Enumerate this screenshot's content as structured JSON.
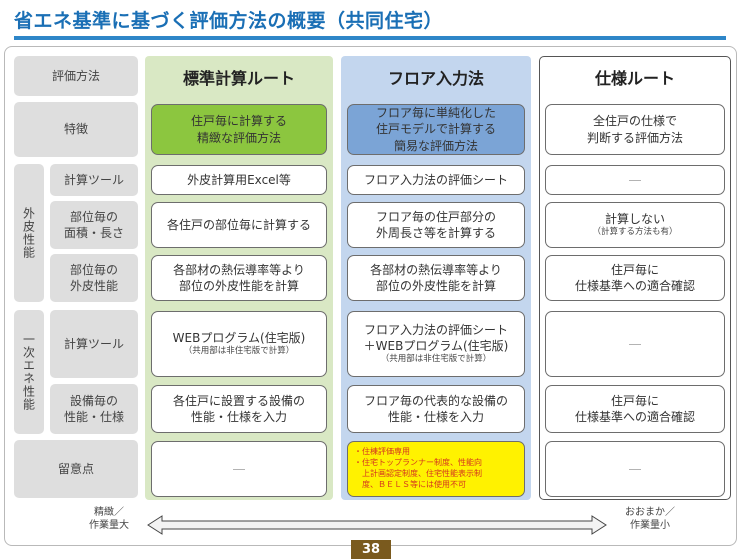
{
  "title": "省エネ基準に基づく評価方法の概要（共同住宅）",
  "labels": {
    "method": "評価方法",
    "feature": "特徴",
    "envelope_group": "外皮性能",
    "calc_tool": "計算ツール",
    "area_length": "部位毎の\n面積・長さ",
    "part_performance": "部位毎の\n外皮性能",
    "energy_group": "一次エネ性能",
    "calc_tool2": "計算ツール",
    "equipment": "設備毎の\n性能・仕様",
    "notes": "留意点"
  },
  "columns": {
    "standard": {
      "header": "標準計算ルート",
      "feature": "住戸毎に計算する\n精緻な評価方法",
      "calc_tool": "外皮計算用Excel等",
      "area_length": "各住戸の部位毎に計算する",
      "part_performance": "各部材の熱伝導率等より\n部位の外皮性能を計算",
      "calc_tool2": "WEBプログラム(住宅版)",
      "calc_tool2_sub": "（共用部は非住宅版で計算）",
      "equipment": "各住戸に設置する設備の\n性能・仕様を入力",
      "notes": "―"
    },
    "floor": {
      "header": "フロア入力法",
      "feature": "フロア毎に単純化した\n住戸モデルで計算する\n簡易な評価方法",
      "calc_tool": "フロア入力法の評価シート",
      "area_length": "フロア毎の住戸部分の\n外周長さ等を計算する",
      "part_performance": "各部材の熱伝導率等より\n部位の外皮性能を計算",
      "calc_tool2": "フロア入力法の評価シート\n＋WEBプログラム(住宅版)",
      "calc_tool2_sub": "（共用部は非住宅版で計算）",
      "equipment": "フロア毎の代表的な設備の\n性能・仕様を入力",
      "notes": "・住棟評価専用\n・住宅トップランナー制度、性能向\n　上計画認定制度、住宅性能表示制\n　度、ＢＥＬＳ等には使用不可"
    },
    "spec": {
      "header": "仕様ルート",
      "feature": "全住戸の仕様で\n判断する評価方法",
      "calc_tool": "―",
      "area_length": "計算しない",
      "area_length_sub": "（計算する方法も有）",
      "part_performance": "住戸毎に\n仕様基準への適合確認",
      "calc_tool2": "―",
      "equipment": "住戸毎に\n仕様基準への適合確認",
      "notes": "―"
    }
  },
  "arrow": {
    "left": "精緻／\n作業量大",
    "right": "おおまか／\n作業量小"
  },
  "page_number": "38",
  "colors": {
    "title": "#1a6fb5",
    "standard_bg": "#d9e8c4",
    "standard_accent": "#8cc63f",
    "floor_bg": "#c3d6ee",
    "floor_accent": "#7ba4d6",
    "notes_highlight": "#fff200"
  }
}
